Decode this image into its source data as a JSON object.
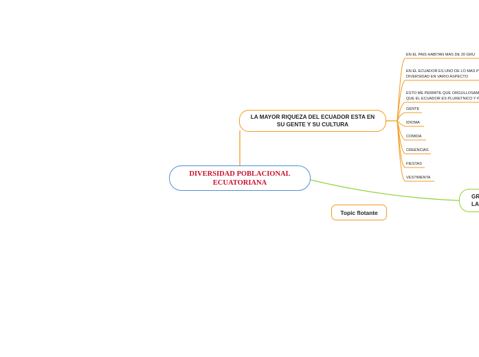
{
  "central_topic": {
    "line1": "DIVERSIDAD POBLACIONAL",
    "line2": "ECUATORIANA"
  },
  "main_topic": {
    "line1": "LA MAYOR RIQUEZA DEL ECUADOR ESTA EN",
    "line2": "SU GENTE Y SU CULTURA"
  },
  "subtopics": [
    {
      "lines": [
        "EN EL  PAIS  HABITAN MAS DE 20 GRU"
      ]
    },
    {
      "lines": [
        "EN EL ECUADOR ES UNO DE LO MAS P",
        "DIVERSIDAD EN VARIO ASPECTO"
      ]
    },
    {
      "lines": [
        "ESTO ME PERMITE QUE ORGULLOSAM",
        "QUE EL ECUADOR ES PLURETNICO  Y P"
      ]
    },
    {
      "lines": [
        "GENTE"
      ]
    },
    {
      "lines": [
        "IDIOMA"
      ]
    },
    {
      "lines": [
        "COMIDA"
      ]
    },
    {
      "lines": [
        "CREENCIAS"
      ]
    },
    {
      "lines": [
        "FIESTAS"
      ]
    },
    {
      "lines": [
        "VESTIMENTA"
      ]
    }
  ],
  "right_topic": {
    "line1": "GR",
    "line2": "LA"
  },
  "floating_topic": {
    "label": "Topic flotante"
  },
  "colors": {
    "central_border": "#4d8fd6",
    "central_text": "#c8102e",
    "orange": "#f39a1e",
    "green": "#8fd43b"
  }
}
